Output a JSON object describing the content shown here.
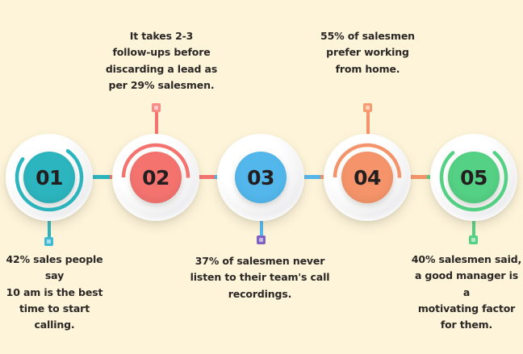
{
  "background_color": "#FDF4DA",
  "nodes": [
    {
      "id": "node-01",
      "number": "01",
      "color": "#2CB5BE",
      "marker_color": "#3FB9D4",
      "caption": "42% sales people say 10 am is the best time to start calling.",
      "caption_lines": [
        "42% sales people say",
        "10 am is the best",
        "time to start calling."
      ],
      "caption_position": "below",
      "ring_style": "three-quarter-arc"
    },
    {
      "id": "node-02",
      "number": "02",
      "color": "#F4736F",
      "marker_color": "#F98B87",
      "caption": "It takes 2-3 follow-ups before discarding a lead as per 29% salesmen.",
      "caption_lines": [
        "It takes 2-3",
        "follow-ups before",
        "discarding a lead as",
        "per 29% salesmen."
      ],
      "caption_position": "above",
      "ring_style": "upper-half-arc"
    },
    {
      "id": "node-03",
      "number": "03",
      "color": "#53B7EC",
      "marker_color": "#8161C0",
      "caption": "37% of salesmen never listen to their team's call recordings.",
      "caption_lines": [
        "37% of salesmen never",
        "listen to their team's call",
        "recordings."
      ],
      "caption_position": "below",
      "ring_style": "none"
    },
    {
      "id": "node-04",
      "number": "04",
      "color": "#F5946A",
      "marker_color": "#F79B6F",
      "caption": "55% of salesmen prefer working from home.",
      "caption_lines": [
        "55% of salesmen",
        "prefer working",
        "from home."
      ],
      "caption_position": "above",
      "ring_style": "upper-half-arc"
    },
    {
      "id": "node-05",
      "number": "05",
      "color": "#54D184",
      "marker_color": "#54D184",
      "caption": "40% salesmen said, a good manager is a motivating factor for them.",
      "caption_lines": [
        "40% salesmen said,",
        "a good manager is a",
        "motivating factor",
        "for them."
      ],
      "caption_position": "below",
      "ring_style": "three-quarter-arc"
    }
  ],
  "connectors": [
    {
      "id": "connector-01-02",
      "left_color": "#2CB5BE",
      "right_color": "#F4736F"
    },
    {
      "id": "connector-02-03",
      "left_color": "#F4736F",
      "right_color": "#53B7EC"
    },
    {
      "id": "connector-03-04",
      "left_color": "#53B7EC",
      "right_color": "#F5946A"
    },
    {
      "id": "connector-04-05",
      "left_color": "#F5946A",
      "right_color": "#54D184"
    }
  ]
}
